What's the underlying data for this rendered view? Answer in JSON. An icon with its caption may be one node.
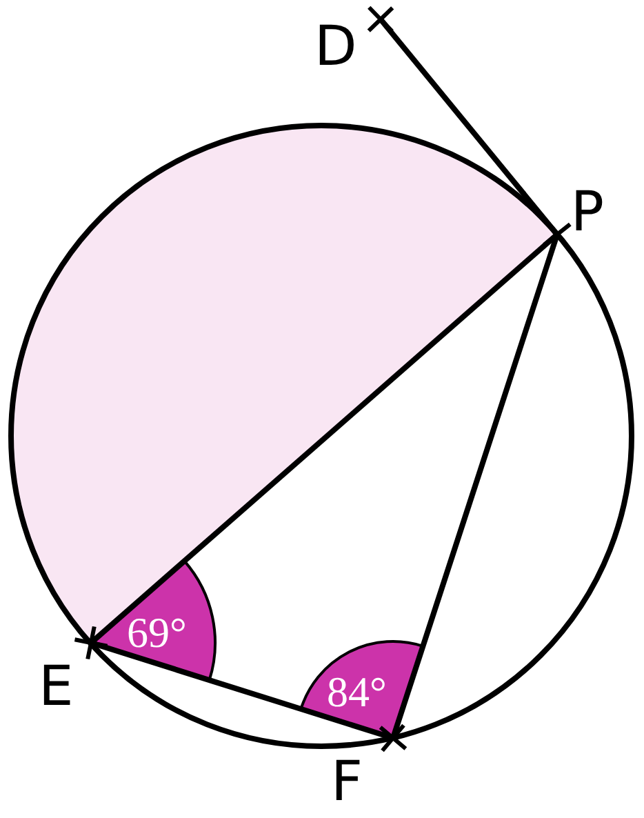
{
  "diagram": {
    "nodes": [
      {
        "text": [
          "D"
        ]
      },
      {
        "text": [
          "P"
        ]
      },
      {
        "text": [
          "E"
        ]
      },
      {
        "text": [
          "F"
        ]
      }
    ],
    "edges": [
      {
        "from": 0,
        "to": 1,
        "arrow": "none"
      },
      {
        "from": 2,
        "to": 1,
        "arrow": "none"
      },
      {
        "from": 1,
        "to": 3,
        "arrow": "none"
      },
      {
        "from": 2,
        "to": 3,
        "arrow": "none"
      }
    ],
    "labels": [
      "69°",
      "84°"
    ]
  }
}
